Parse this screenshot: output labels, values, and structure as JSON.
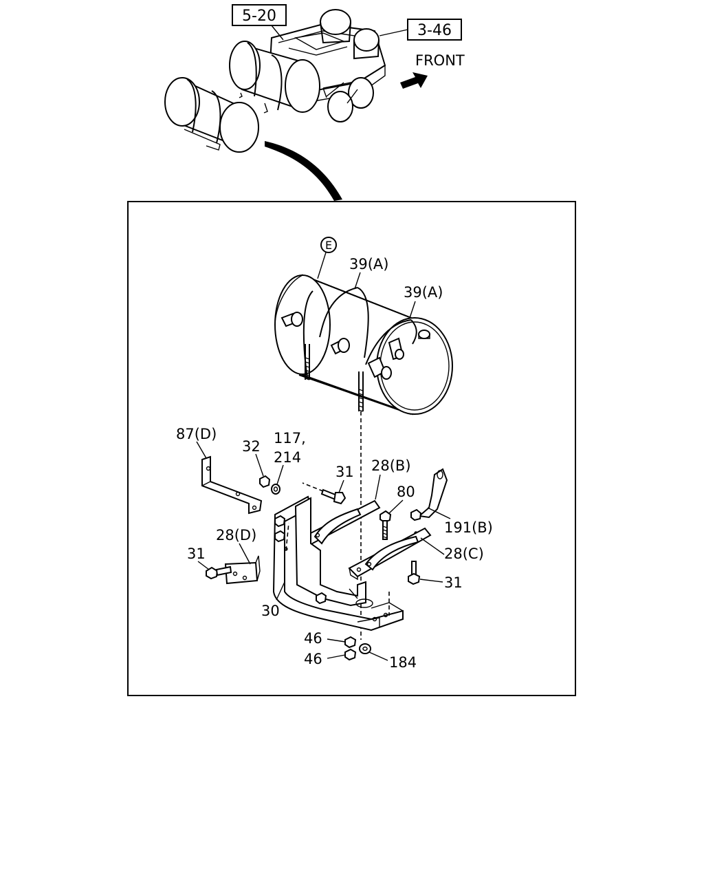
{
  "overview": {
    "ref_5_20": "5-20",
    "ref_3_46": "3-46",
    "front_label": "FRONT"
  },
  "detail": {
    "callout_e": "E",
    "labels": {
      "l39a_1": "39(A)",
      "l39a_2": "39(A)",
      "l87d": "87(D)",
      "l32": "32",
      "l117": "117,",
      "l214": "214",
      "l31_top": "31",
      "l28b": "28(B)",
      "l80": "80",
      "l191b": "191(B)",
      "l28d": "28(D)",
      "l31_left": "31",
      "l28c": "28(C)",
      "l31_right": "31",
      "l30": "30",
      "l46_a": "46",
      "l46_b": "46",
      "l184": "184"
    }
  }
}
